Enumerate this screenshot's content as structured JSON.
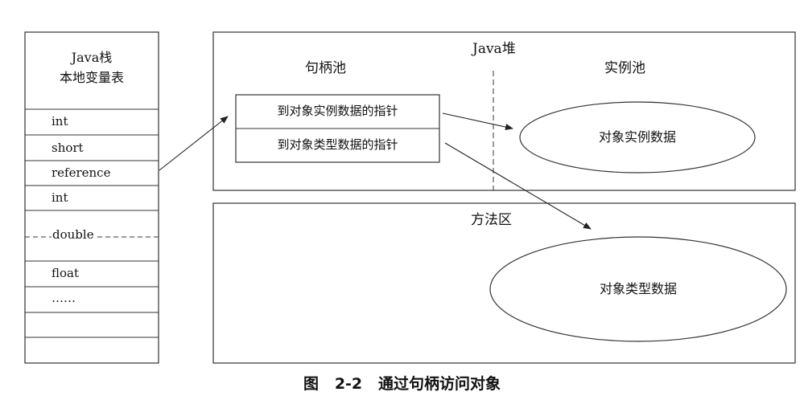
{
  "stack": {
    "title_line1": "Java栈",
    "title_line2": "本地变量表",
    "slots": [
      "int",
      "short",
      "reference",
      "int",
      "double",
      "float",
      "……"
    ]
  },
  "heap": {
    "title": "Java堆",
    "handle_pool_title": "句柄池",
    "instance_pool_title": "实例池",
    "handle_to_instance": "到对象实例数据的指针",
    "handle_to_type": "到对象类型数据的指针",
    "instance_data": "对象实例数据"
  },
  "method_area": {
    "title": "方法区",
    "type_data": "对象类型数据"
  },
  "caption": "图   2-2   通过句柄访问对象"
}
